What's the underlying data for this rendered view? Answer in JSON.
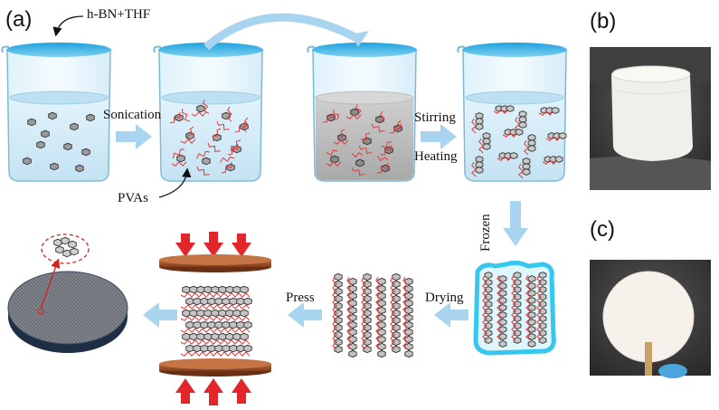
{
  "panels": {
    "a": "(a)",
    "b": "(b)",
    "c": "(c)"
  },
  "labels": {
    "reagent": "h-BN+THF",
    "sonication": "Sonication",
    "pvas": "PVAs",
    "stirring": "Stirring",
    "heating": "Heating",
    "frozen": "Frozen",
    "drying": "Drying",
    "press": "Press"
  },
  "colors": {
    "water_top": "#3fb6e6",
    "water_fill": "#cfe8f4",
    "mix_fill": "#b9b9b9",
    "flow_arrow": "#a9d4f0",
    "press_arrow": "#e3262b",
    "plate": "#a0522d",
    "polymer": "#e23a3a",
    "ice_glow": "#35c7ef"
  }
}
